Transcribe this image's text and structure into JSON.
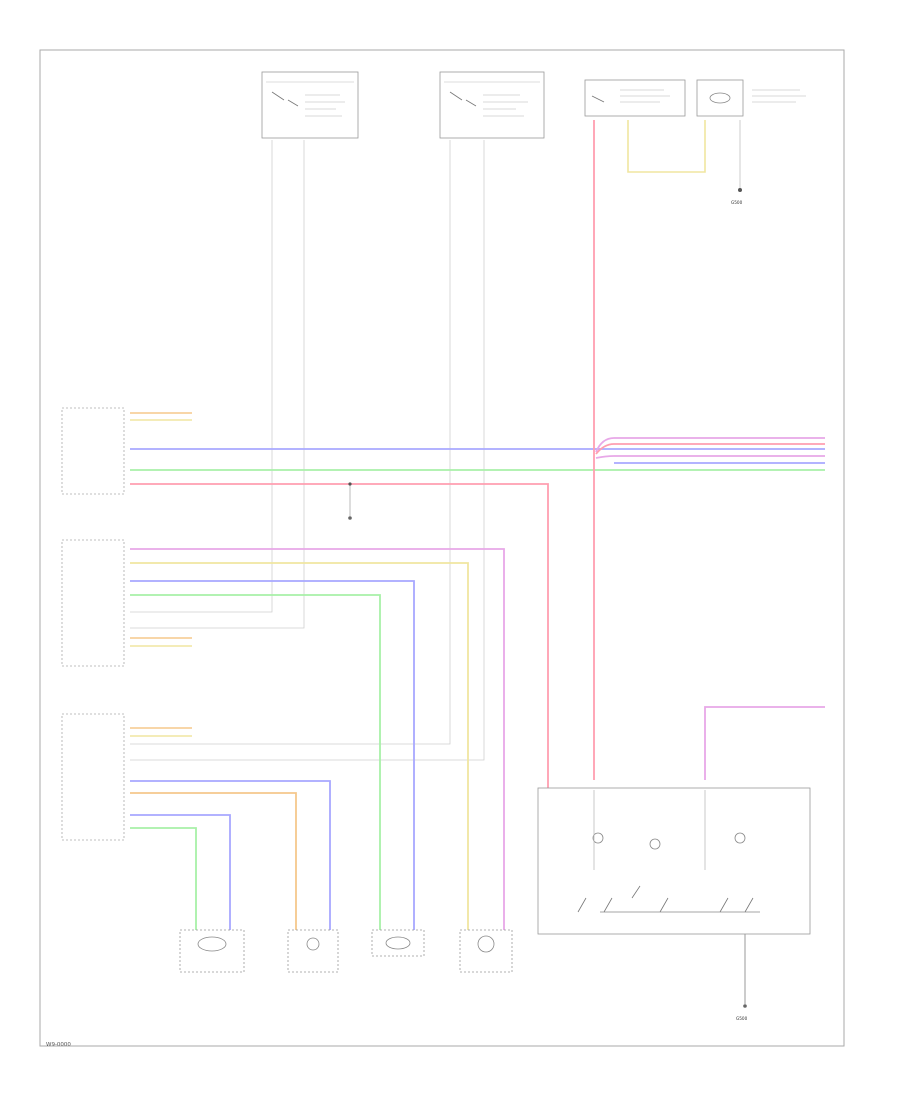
{
  "footer": {
    "code": "W9-0000"
  },
  "ground_labels": {
    "top_right": "G500",
    "bottom_right": "G500"
  },
  "colors": {
    "frame": "#aaaaaa",
    "red": "#ff9eb0",
    "pink": "#e8a8e8",
    "blue": "#a8a8ff",
    "green": "#a8f0a8",
    "yellow": "#f0e6a0",
    "orange": "#f5c88c",
    "gray": "#cccccc"
  }
}
